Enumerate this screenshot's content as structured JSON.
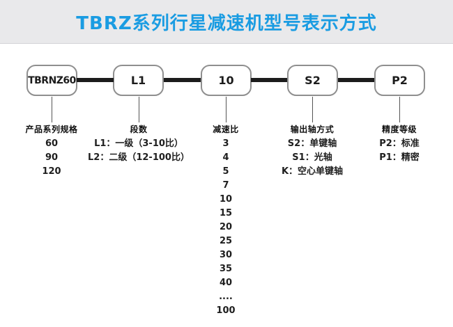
{
  "header": {
    "title": "TBRZ系列行星减速机型号表示方式"
  },
  "colors": {
    "accent": "#1a9ce2",
    "header_background": "#e9e9eb",
    "line": "#1c1c1c"
  },
  "segments": [
    {
      "code": "TBRNZ60",
      "heading": "产品系列规格",
      "options": [
        "60",
        "90",
        "120"
      ]
    },
    {
      "code": "L1",
      "heading": "段数",
      "options": [
        "L1：一级（3-10比）",
        "L2：二级（12-100比）"
      ]
    },
    {
      "code": "10",
      "heading": "减速比",
      "options": [
        "3",
        "4",
        "5",
        "7",
        "10",
        "15",
        "20",
        "25",
        "30",
        "35",
        "40",
        "....",
        "100"
      ]
    },
    {
      "code": "S2",
      "heading": "输出轴方式",
      "options": [
        "S2：单键轴",
        "S1：光轴",
        "K：空心单键轴"
      ]
    },
    {
      "code": "P2",
      "heading": "精度等级",
      "options": [
        "P2：标准",
        "P1：精密"
      ]
    }
  ]
}
